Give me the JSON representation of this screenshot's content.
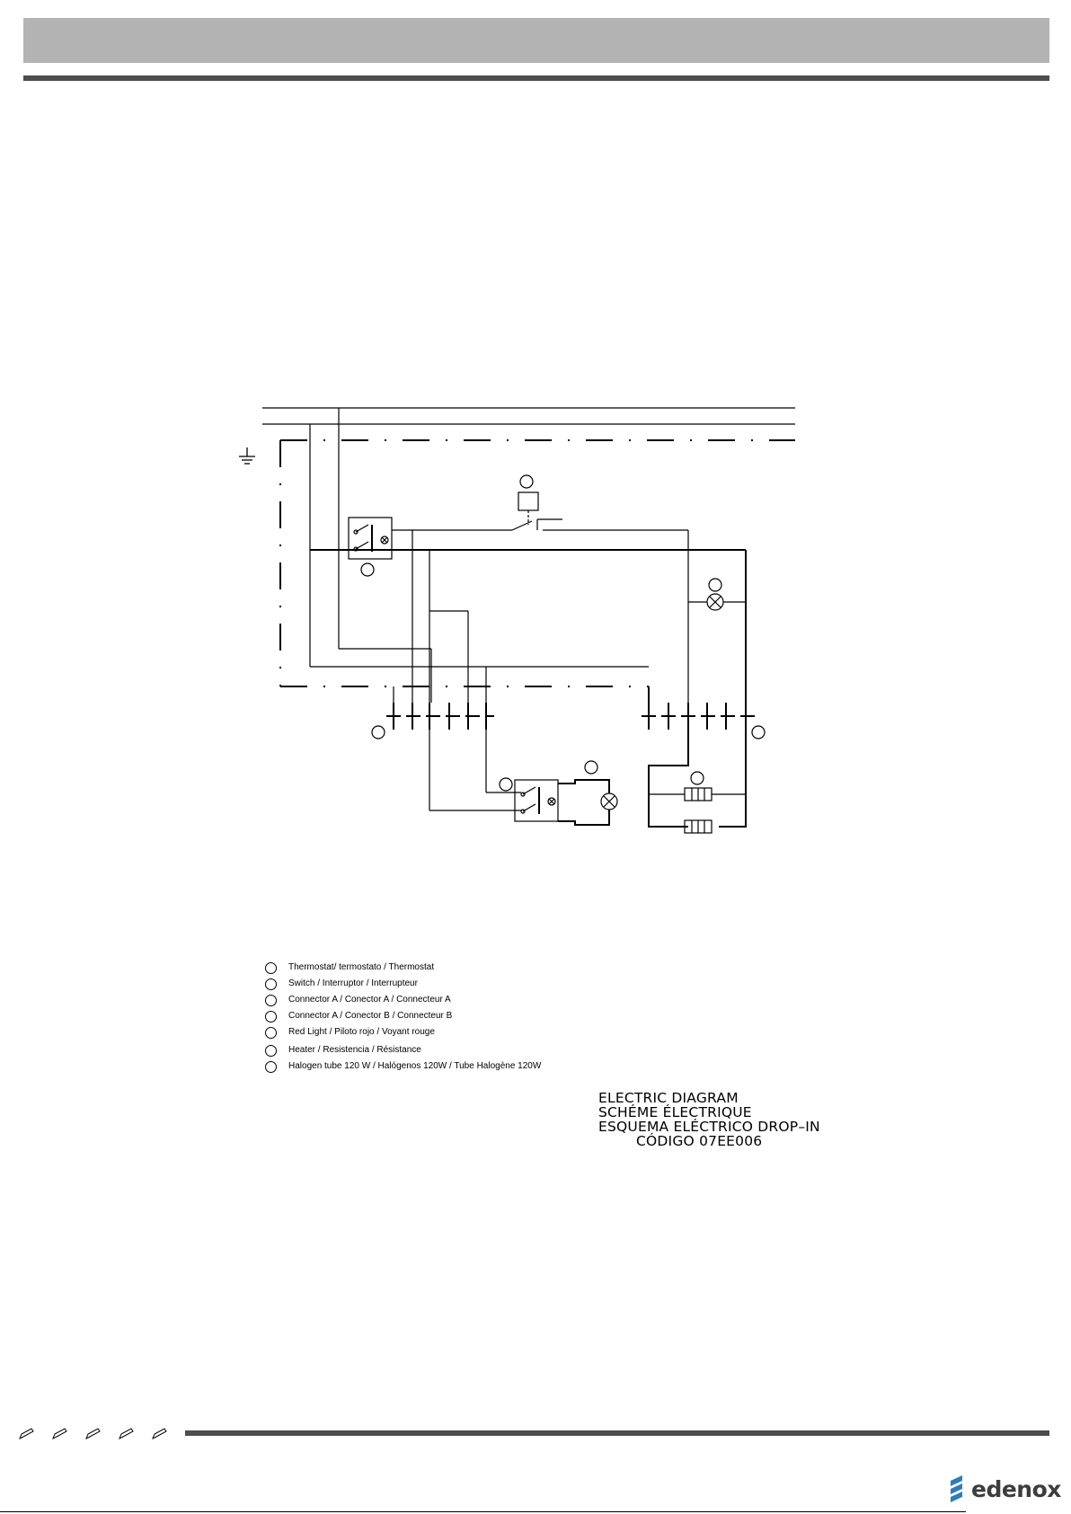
{
  "legend": {
    "items": [
      {
        "label": "Thermostat/ termostato / Thermostat"
      },
      {
        "label": "Switch / Interruptor / Interrupteur"
      },
      {
        "label": "Connector A / Conector A / Connecteur A"
      },
      {
        "label": "Connector A / Conector B / Connecteur B"
      },
      {
        "label": "Red Light / Piloto rojo / Voyant rouge"
      },
      {
        "label": "Heater / Resistencia / Résistance"
      },
      {
        "label": "Halogen tube 120 W / Halógenos 120W / Tube Halogène 120W"
      }
    ]
  },
  "title_block": {
    "line1": "ELECTRIC DIAGRAM",
    "line2": "SCHÉME ÉLECTRIQUE",
    "line3": "ESQUEMA ELÉCTRICO DROP–IN",
    "line4": "CÓDIGO 07EE006"
  },
  "footer": {
    "brand": "edenox",
    "icons": [
      "pencil-icon",
      "pencil-icon",
      "pencil-icon",
      "pencil-icon",
      "pencil-icon"
    ]
  },
  "colors": {
    "header_band": "#b3b3b3",
    "rule": "#4d4d4d",
    "brand_text": "#3d3d3d",
    "brand_logo": "#2f7bbf"
  }
}
